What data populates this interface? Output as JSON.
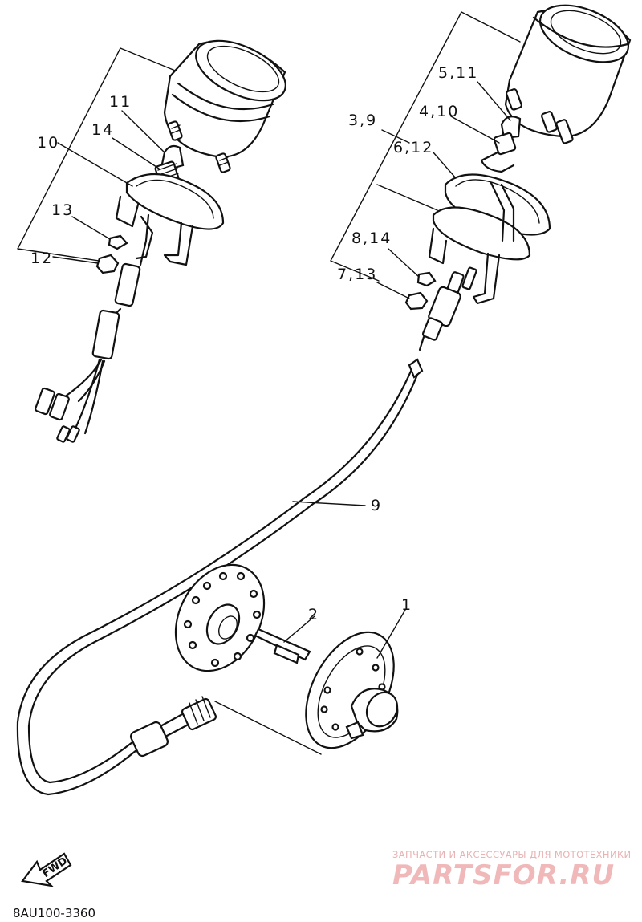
{
  "diagram": {
    "callouts": [
      {
        "id": "c11l",
        "text": "11"
      },
      {
        "id": "c14l",
        "text": "14"
      },
      {
        "id": "c10l",
        "text": "10"
      },
      {
        "id": "c13l",
        "text": "13"
      },
      {
        "id": "c12l",
        "text": "12"
      },
      {
        "id": "c511",
        "text": "5,11"
      },
      {
        "id": "c39",
        "text": "3,9"
      },
      {
        "id": "c410",
        "text": "4,10"
      },
      {
        "id": "c612",
        "text": "6,12"
      },
      {
        "id": "c814",
        "text": "8,14"
      },
      {
        "id": "c713",
        "text": "7,13"
      },
      {
        "id": "c9",
        "text": "9"
      },
      {
        "id": "c2",
        "text": "2"
      },
      {
        "id": "c1",
        "text": "1"
      }
    ],
    "direction_label": "FWD",
    "diagram_code": "8AU100-3360"
  },
  "watermark": {
    "subtitle": "ЗАПЧАСТИ И АКСЕССУАРЫ ДЛЯ МОТОТЕХНИКИ",
    "brand": "PARTSFOR.RU",
    "color": "#f0b8b8"
  }
}
